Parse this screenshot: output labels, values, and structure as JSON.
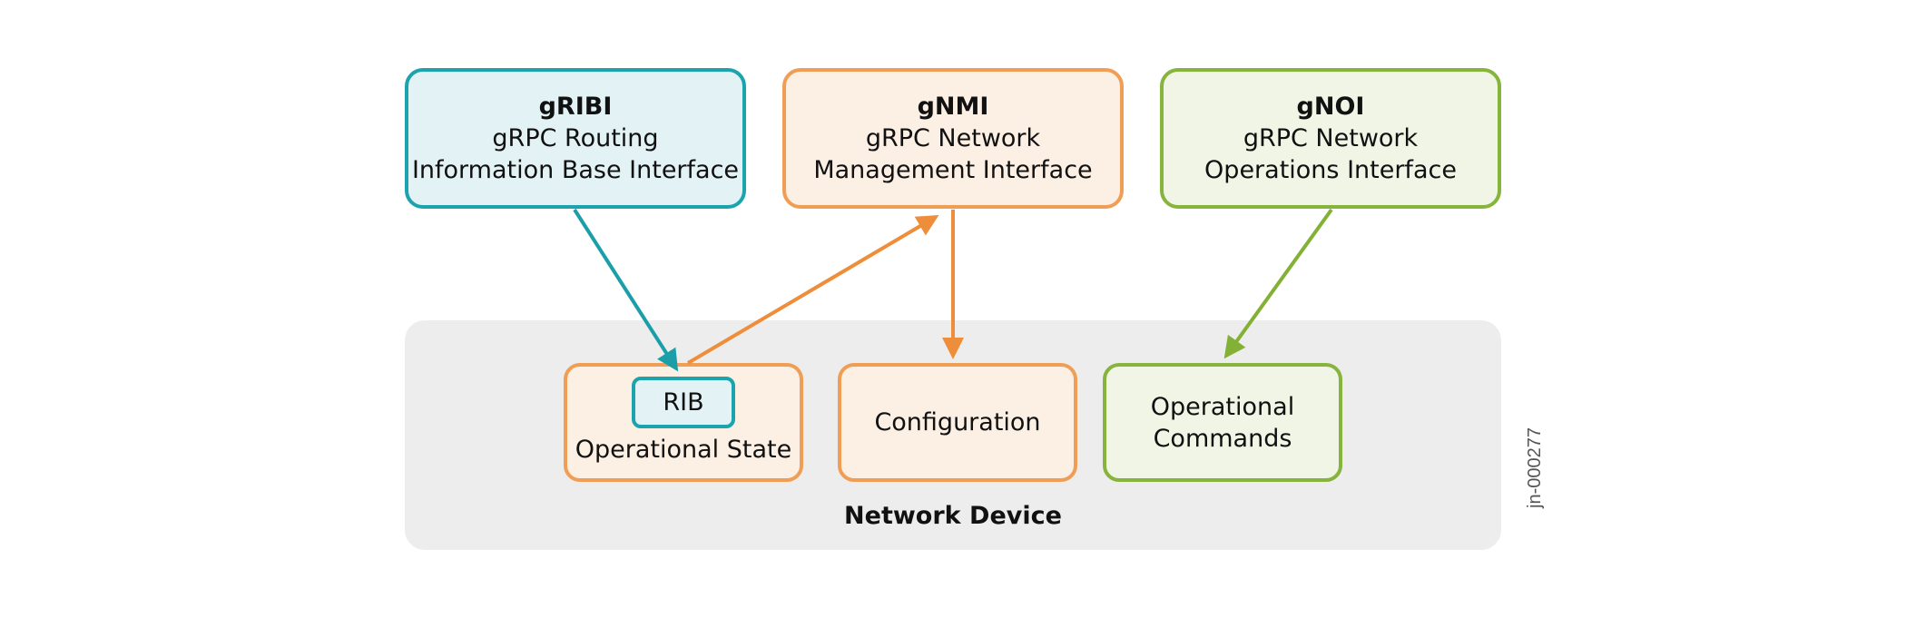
{
  "interfaces": [
    {
      "id": "gribi",
      "title": "gRIBI",
      "line1": "gRPC Routing",
      "line2": "Information Base Interface",
      "color": "#1ca3ad"
    },
    {
      "id": "gnmi",
      "title": "gNMI",
      "line1": "gRPC Network",
      "line2": "Management Interface",
      "color": "#f09e55"
    },
    {
      "id": "gnoi",
      "title": "gNOI",
      "line1": "gRPC Network",
      "line2": "Operations Interface",
      "color": "#86b43c"
    }
  ],
  "device": {
    "label": "Network Device",
    "rib_label": "RIB",
    "operational_state_label": "Operational State",
    "configuration_label": "Configuration",
    "operational_commands_line1": "Operational",
    "operational_commands_line2": "Commands"
  },
  "connections": [
    {
      "from": "gRIBI",
      "to": "RIB",
      "color": "#1a9fa9"
    },
    {
      "from": "Operational State",
      "to": "gNMI",
      "color": "#ee8e3a"
    },
    {
      "from": "gNMI",
      "to": "Configuration",
      "color": "#ee8e3a"
    },
    {
      "from": "gNOI",
      "to": "Operational Commands",
      "color": "#83b135"
    }
  ],
  "figure_id": "jn-000277"
}
